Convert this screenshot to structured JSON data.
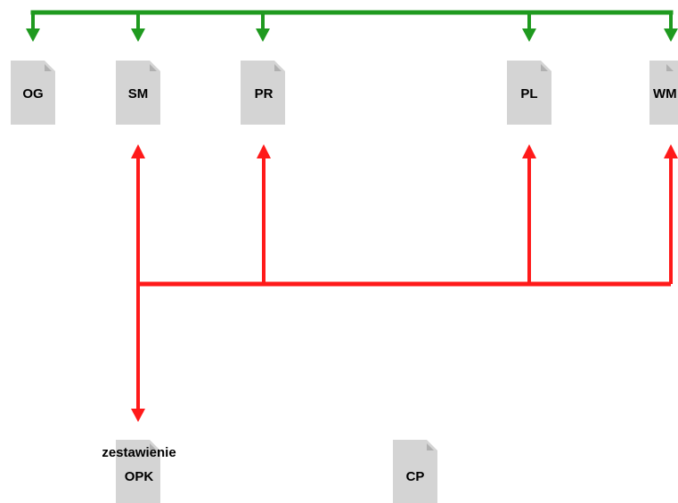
{
  "colors": {
    "top_bus": "#1f9a1f",
    "bottom_bus": "#ff1a1a",
    "doc_fill": "#d4d4d4",
    "doc_fold": "#b0b0b0",
    "text": "#000000"
  },
  "documents": {
    "og": {
      "label": "OG",
      "icon": "document-icon"
    },
    "sm": {
      "label": "SM",
      "icon": "document-icon"
    },
    "pr": {
      "label": "PR",
      "icon": "document-icon"
    },
    "pl": {
      "label": "PL",
      "icon": "document-icon"
    },
    "wm": {
      "label": "WM",
      "icon": "document-icon"
    },
    "opk": {
      "label_line1": "zestawienie",
      "label_line2": "OPK",
      "icon": "document-icon"
    },
    "cp": {
      "label": "CP",
      "icon": "document-icon"
    }
  }
}
